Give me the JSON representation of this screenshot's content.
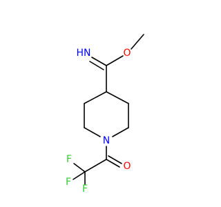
{
  "molecule": {
    "atoms": {
      "imine_n": {
        "symbol": "HN",
        "color": "#0000ff"
      },
      "ester_o": {
        "symbol": "O",
        "color": "#ff0000"
      },
      "ring_n": {
        "symbol": "N",
        "color": "#0000ff"
      },
      "carbonyl_o": {
        "symbol": "O",
        "color": "#ff0000"
      },
      "f_top": {
        "symbol": "F",
        "color": "#33cc33"
      },
      "f_left": {
        "symbol": "F",
        "color": "#33cc33"
      },
      "f_bottom": {
        "symbol": "F",
        "color": "#33cc33"
      }
    },
    "bond_color": "#000000"
  }
}
